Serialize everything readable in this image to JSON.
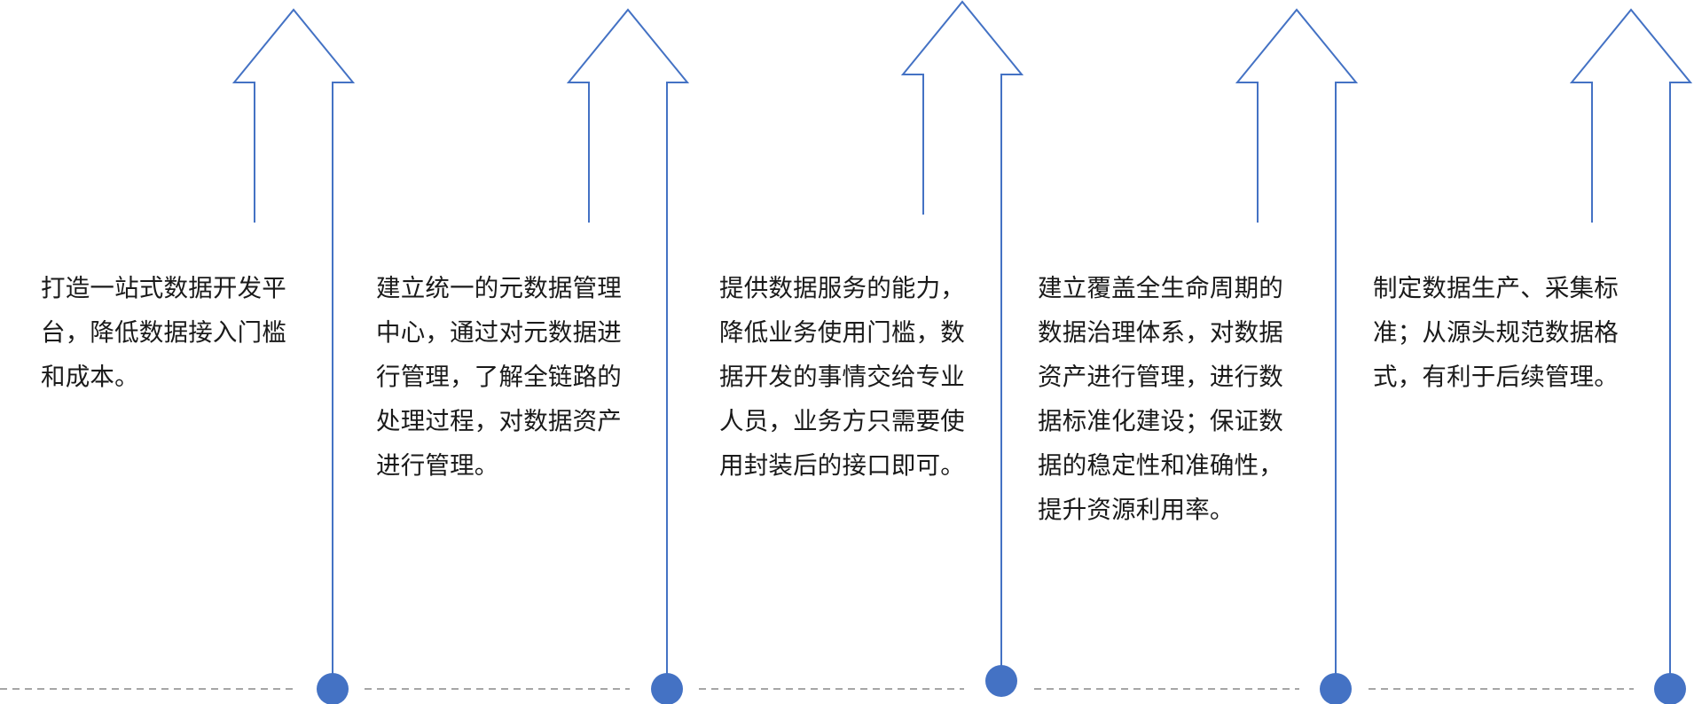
{
  "colors": {
    "arrow_stroke": "#4472c4",
    "dot_fill": "#4472c4",
    "baseline_dash": "#a6a6a6",
    "text": "#1a1a1a"
  },
  "steps": [
    {
      "lines": [
        "打造一站式数据开发平",
        "台，降低数据接入门槛",
        "和成本。"
      ]
    },
    {
      "lines": [
        "建立统一的元数据管理",
        "中心，通过对元数据进",
        "行管理，了解全链路的",
        "处理过程，对数据资产",
        "进行管理。"
      ]
    },
    {
      "lines": [
        "提供数据服务的能力，",
        "降低业务使用门槛，数",
        "据开发的事情交给专业",
        "人员，业务方只需要使",
        "用封装后的接口即可。"
      ]
    },
    {
      "lines": [
        "建立覆盖全生命周期的",
        "数据治理体系，对数据",
        "资产进行管理，进行数",
        "据标准化建设；保证数",
        "据的稳定性和准确性，",
        "提升资源利用率。"
      ]
    },
    {
      "lines": [
        "制定数据生产、采集标",
        "准；从源头规范数据格",
        "式，有利于后续管理。"
      ]
    }
  ]
}
